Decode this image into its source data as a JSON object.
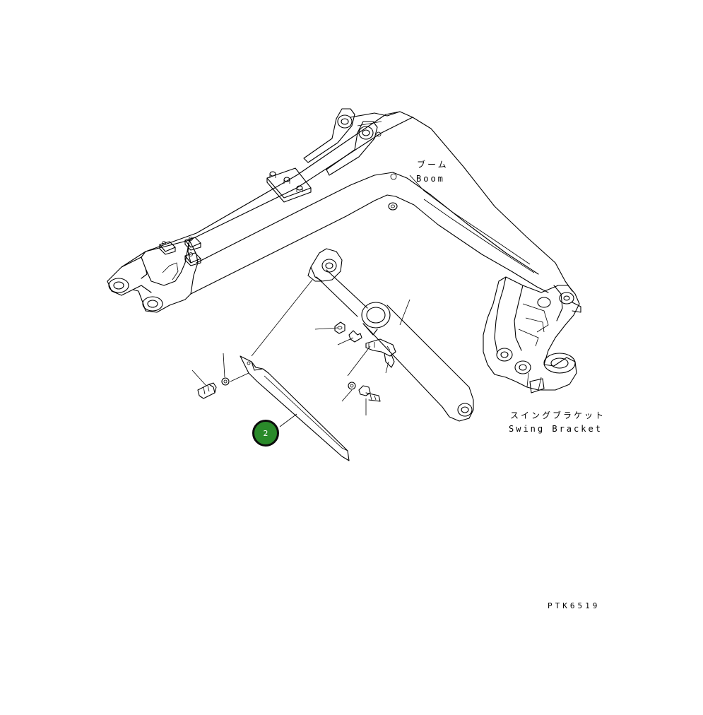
{
  "labels": {
    "boom_jp": "ブーム",
    "boom_en": "Boom",
    "swing_jp": "スイングブラケット",
    "swing_en": "Swing Bracket",
    "drawing_code": "PTK6519"
  },
  "callouts": [
    {
      "number": "2",
      "color": "#2a8a2a"
    }
  ]
}
